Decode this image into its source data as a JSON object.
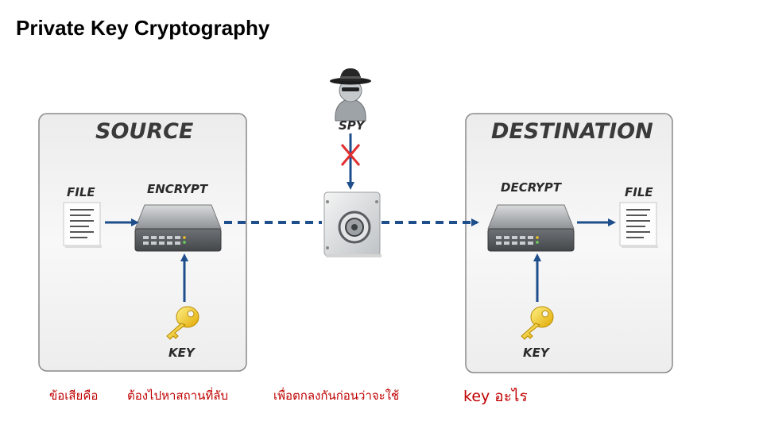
{
  "title": "Private Key Cryptography",
  "diagram": {
    "source": {
      "title": "SOURCE",
      "file_label": "FILE",
      "encrypt_label": "ENCRYPT",
      "key_label": "KEY"
    },
    "spy_label": "SPY",
    "destination": {
      "title": "DESTINATION",
      "decrypt_label": "DECRYPT",
      "file_label": "FILE",
      "key_label": "KEY"
    }
  },
  "notes": [
    "ข้อเสียคือ",
    "ต้องไปหาสถานที่ลับ",
    "เพื่อตกลงกันก่อนว่าจะใช้",
    "key อะไร"
  ],
  "colors": {
    "arrow": "#1f4e8c",
    "spy_block": "#e03030",
    "note_text": "#c00000"
  }
}
